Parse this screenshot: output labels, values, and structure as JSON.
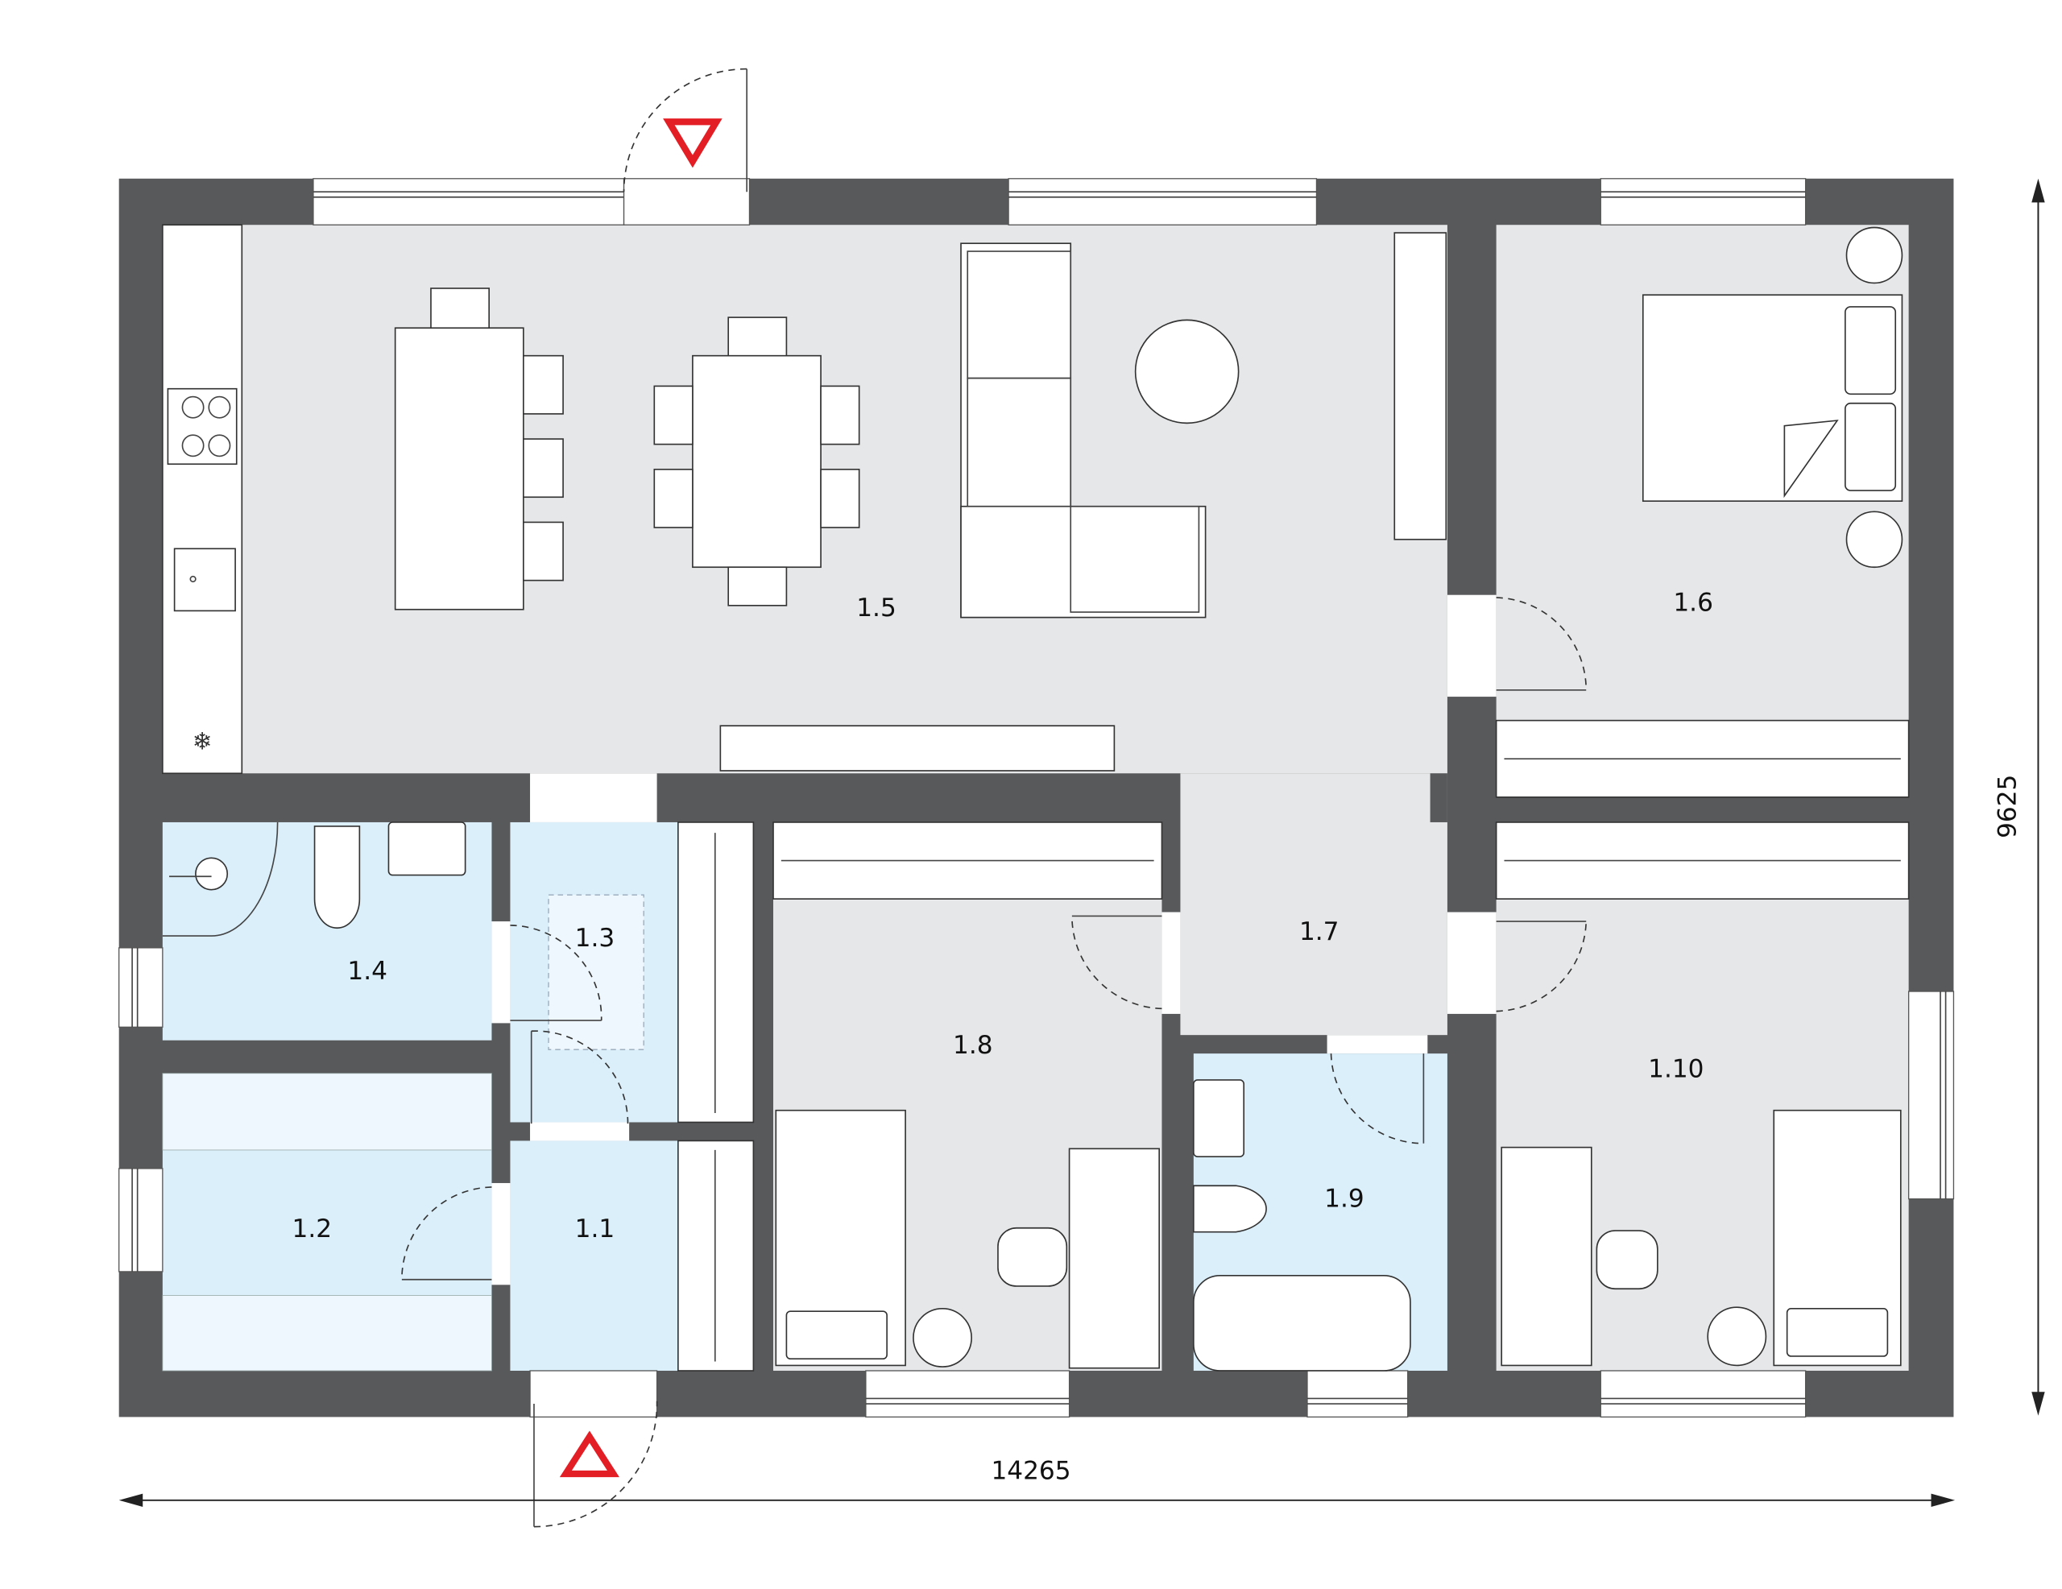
{
  "plan": {
    "rooms": [
      {
        "id": "1.1",
        "label": "1.1"
      },
      {
        "id": "1.2",
        "label": "1.2"
      },
      {
        "id": "1.3",
        "label": "1.3"
      },
      {
        "id": "1.4",
        "label": "1.4"
      },
      {
        "id": "1.5",
        "label": "1.5"
      },
      {
        "id": "1.6",
        "label": "1.6"
      },
      {
        "id": "1.7",
        "label": "1.7"
      },
      {
        "id": "1.8",
        "label": "1.8"
      },
      {
        "id": "1.9",
        "label": "1.9"
      },
      {
        "id": "1.10",
        "label": "1.10"
      }
    ],
    "dimensions": {
      "width": "14265",
      "height": "9625"
    },
    "colors": {
      "wall": "#58595b",
      "floor_gray": "#e6e7e8",
      "floor_blue": "#dbeffb",
      "floor_light_blue": "#eef7fd",
      "entrance_marker": "#e31e24"
    }
  }
}
